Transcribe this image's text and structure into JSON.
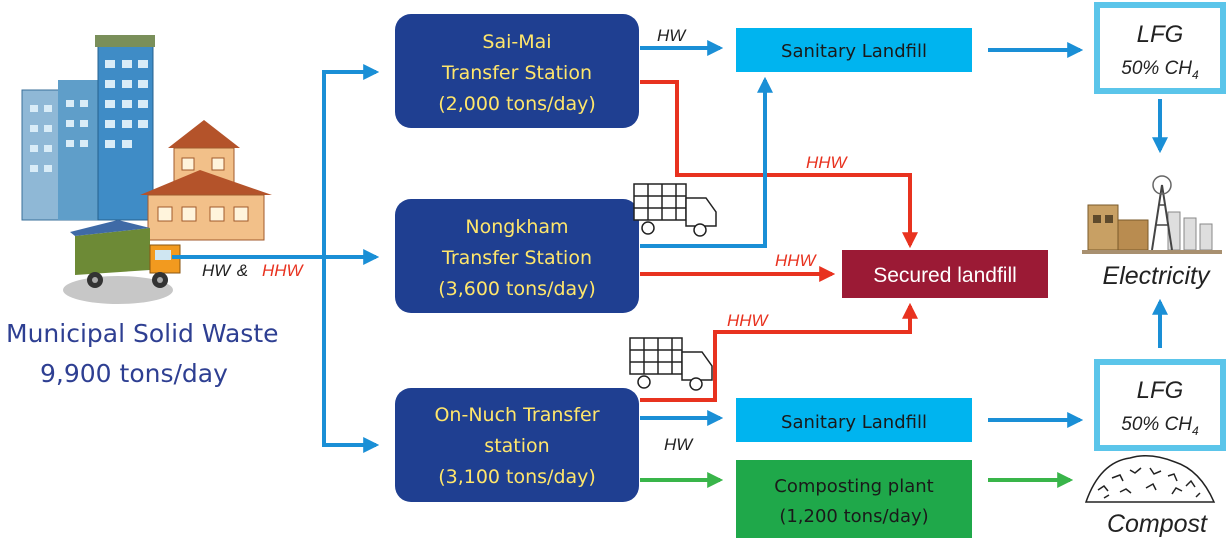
{
  "source": {
    "line1": "Municipal Solid Waste",
    "line2": "9,900 tons/day",
    "flow_label_a": "HW",
    "flow_label_amp": " & ",
    "flow_label_b": "HHW"
  },
  "stations": [
    {
      "lines": [
        "Sai-Mai",
        "Transfer Station",
        "(2,000 tons/day)"
      ]
    },
    {
      "lines": [
        "Nongkham",
        "Transfer Station",
        "(3,600 tons/day)"
      ]
    },
    {
      "lines": [
        "On-Nuch Transfer",
        "station",
        "(3,100 tons/day)"
      ]
    }
  ],
  "facilities": {
    "sanitary_top": "Sanitary Landfill",
    "sanitary_bottom": "Sanitary Landfill",
    "secured": "Secured landfill",
    "composting_line1": "Composting plant",
    "composting_line2": "(1,200 tons/day)"
  },
  "outputs": {
    "lfg_top_title": "LFG",
    "lfg_top_sub": "50% CH",
    "lfg_top_sub_index": "4",
    "lfg_bottom_title": "LFG",
    "lfg_bottom_sub": "50% CH",
    "lfg_bottom_sub_index": "4",
    "electricity": "Electricity",
    "compost": "Compost"
  },
  "arrow_labels": {
    "saimai_hw": "HW",
    "saimai_hhw": "HHW",
    "nongkham_hhw": "HHW",
    "onnuch_hhw": "HHW",
    "onnuch_hw": "HW"
  },
  "colors": {
    "station_fill": "#1f3f91",
    "station_text": "#ffe66b",
    "sanitary_fill": "#00b4ef",
    "secured_fill": "#9b1a35",
    "composting_fill": "#1fa84a",
    "hw_arrow": "#1a8fd6",
    "hhw_arrow": "#e8321f",
    "compost_arrow": "#39b54a",
    "lfg_border": "#5bc5ea",
    "source_text": "#2e3f92"
  }
}
